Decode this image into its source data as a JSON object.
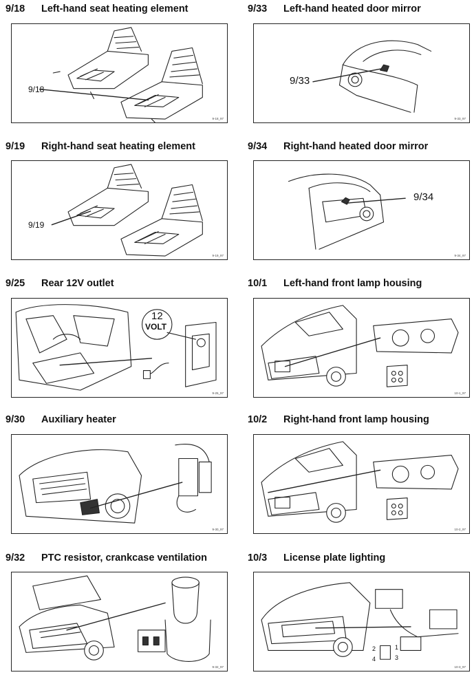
{
  "sections": [
    {
      "number": "9/18",
      "title": "Left-hand seat heating element",
      "callout": "9/18",
      "code": "9-18_97"
    },
    {
      "number": "9/33",
      "title": "Left-hand heated door mirror",
      "callout": "9/33",
      "code": "9-33_97"
    },
    {
      "number": "9/19",
      "title": "Right-hand seat heating element",
      "callout": "9/19",
      "code": "9-19_97"
    },
    {
      "number": "9/34",
      "title": "Right-hand heated door mirror",
      "callout": "9/34",
      "code": "9-34_97"
    },
    {
      "number": "9/25",
      "title": "Rear 12V outlet",
      "badge_line1": "12",
      "badge_line2": "VOLT",
      "code": "9-25_97"
    },
    {
      "number": "10/1",
      "title": "Left-hand front lamp housing",
      "code": "10-1_97"
    },
    {
      "number": "9/30",
      "title": "Auxiliary heater",
      "code": "9-30_97"
    },
    {
      "number": "10/2",
      "title": "Right-hand front lamp housing",
      "code": "10-2_97"
    },
    {
      "number": "9/32",
      "title": "PTC resistor, crankcase ventilation",
      "code": "9-32_97"
    },
    {
      "number": "10/3",
      "title": "License plate lighting",
      "pins": [
        "2",
        "1",
        "4",
        "3"
      ],
      "code": "10-3_97"
    }
  ]
}
